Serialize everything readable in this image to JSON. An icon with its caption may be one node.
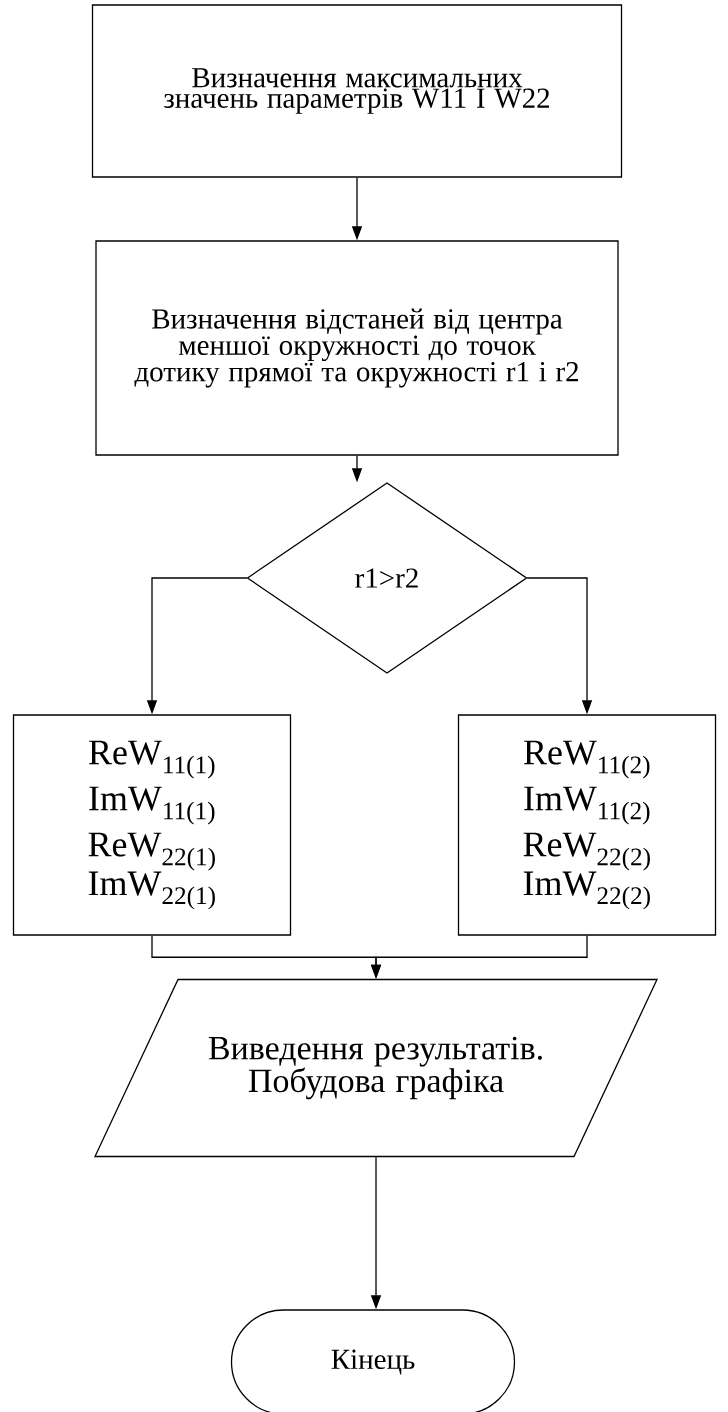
{
  "diagram": {
    "nodes": [
      {
        "text": [
          "Визначення максимальних значень параметрів W11 I W22"
        ]
      },
      {
        "text": [
          "Визначення відстаней від центра меншої окружності до точок дотику прямої та окружності r1 і r2"
        ]
      },
      {
        "text": [
          "r1>r2"
        ]
      },
      {
        "text": [
          "ReW$_{11(1)}$",
          "ImW$_{11(1)}$",
          "ReW$_{22(1)}$",
          "ImW$_{22(1)}$"
        ]
      },
      {
        "text": [
          "ReW$_{11(2)}$",
          "ImW$_{11(2)}$",
          "ReW$_{22(2)}$",
          "ImW$_{22(2)}$"
        ]
      },
      {
        "text": [
          "Виведення результатів. Побудова графіка"
        ]
      },
      {
        "text": [
          "Кінець"
        ]
      }
    ],
    "edges": [
      {
        "from": 0,
        "to": 1,
        "arrow": "to"
      },
      {
        "from": 1,
        "to": 2,
        "arrow": "to"
      },
      {
        "from": 2,
        "to": 3,
        "arrow": "to"
      },
      {
        "from": 2,
        "to": 4,
        "arrow": "to"
      },
      {
        "from": 3,
        "to": 5,
        "arrow": "to"
      },
      {
        "from": 4,
        "to": 5,
        "arrow": "to"
      },
      {
        "from": 5,
        "to": 6,
        "arrow": "to"
      }
    ]
  }
}
